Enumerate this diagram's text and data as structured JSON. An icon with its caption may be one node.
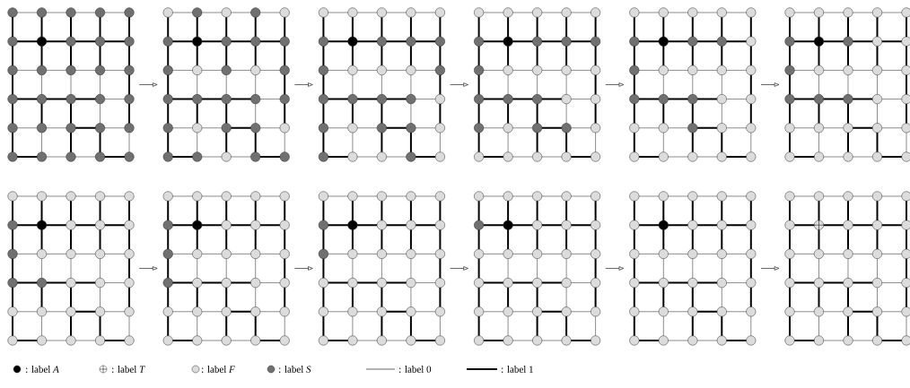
{
  "diagram": {
    "nodes": [
      {
        "text": [],
        "shape": "grid"
      },
      {
        "text": [],
        "shape": "grid"
      },
      {
        "text": [],
        "shape": "grid"
      },
      {
        "text": [],
        "shape": "grid"
      },
      {
        "text": [],
        "shape": "grid"
      },
      {
        "text": [],
        "shape": "grid"
      },
      {
        "text": [],
        "shape": "grid"
      },
      {
        "text": [],
        "shape": "grid"
      },
      {
        "text": [],
        "shape": "grid"
      },
      {
        "text": [],
        "shape": "grid"
      },
      {
        "text": [],
        "shape": "grid"
      },
      {
        "text": [],
        "shape": "grid"
      }
    ],
    "edges": [
      {
        "from": 0,
        "to": 1,
        "arrow": "to"
      },
      {
        "from": 1,
        "to": 2,
        "arrow": "to"
      },
      {
        "from": 2,
        "to": 3,
        "arrow": "to"
      },
      {
        "from": 3,
        "to": 4,
        "arrow": "to"
      },
      {
        "from": 4,
        "to": 5,
        "arrow": "to"
      },
      {
        "from": 6,
        "to": 7,
        "arrow": "to"
      },
      {
        "from": 7,
        "to": 8,
        "arrow": "to"
      },
      {
        "from": 8,
        "to": 9,
        "arrow": "to"
      },
      {
        "from": 9,
        "to": 10,
        "arrow": "to"
      },
      {
        "from": 10,
        "to": 11,
        "arrow": "to"
      }
    ],
    "legend": [
      {
        "text": ": label *A*"
      },
      {
        "text": ": label *T*"
      },
      {
        "text": ": label *F*"
      },
      {
        "text": ": label *S*"
      },
      {
        "text": ": label 0"
      },
      {
        "text": ": label 1"
      }
    ]
  }
}
